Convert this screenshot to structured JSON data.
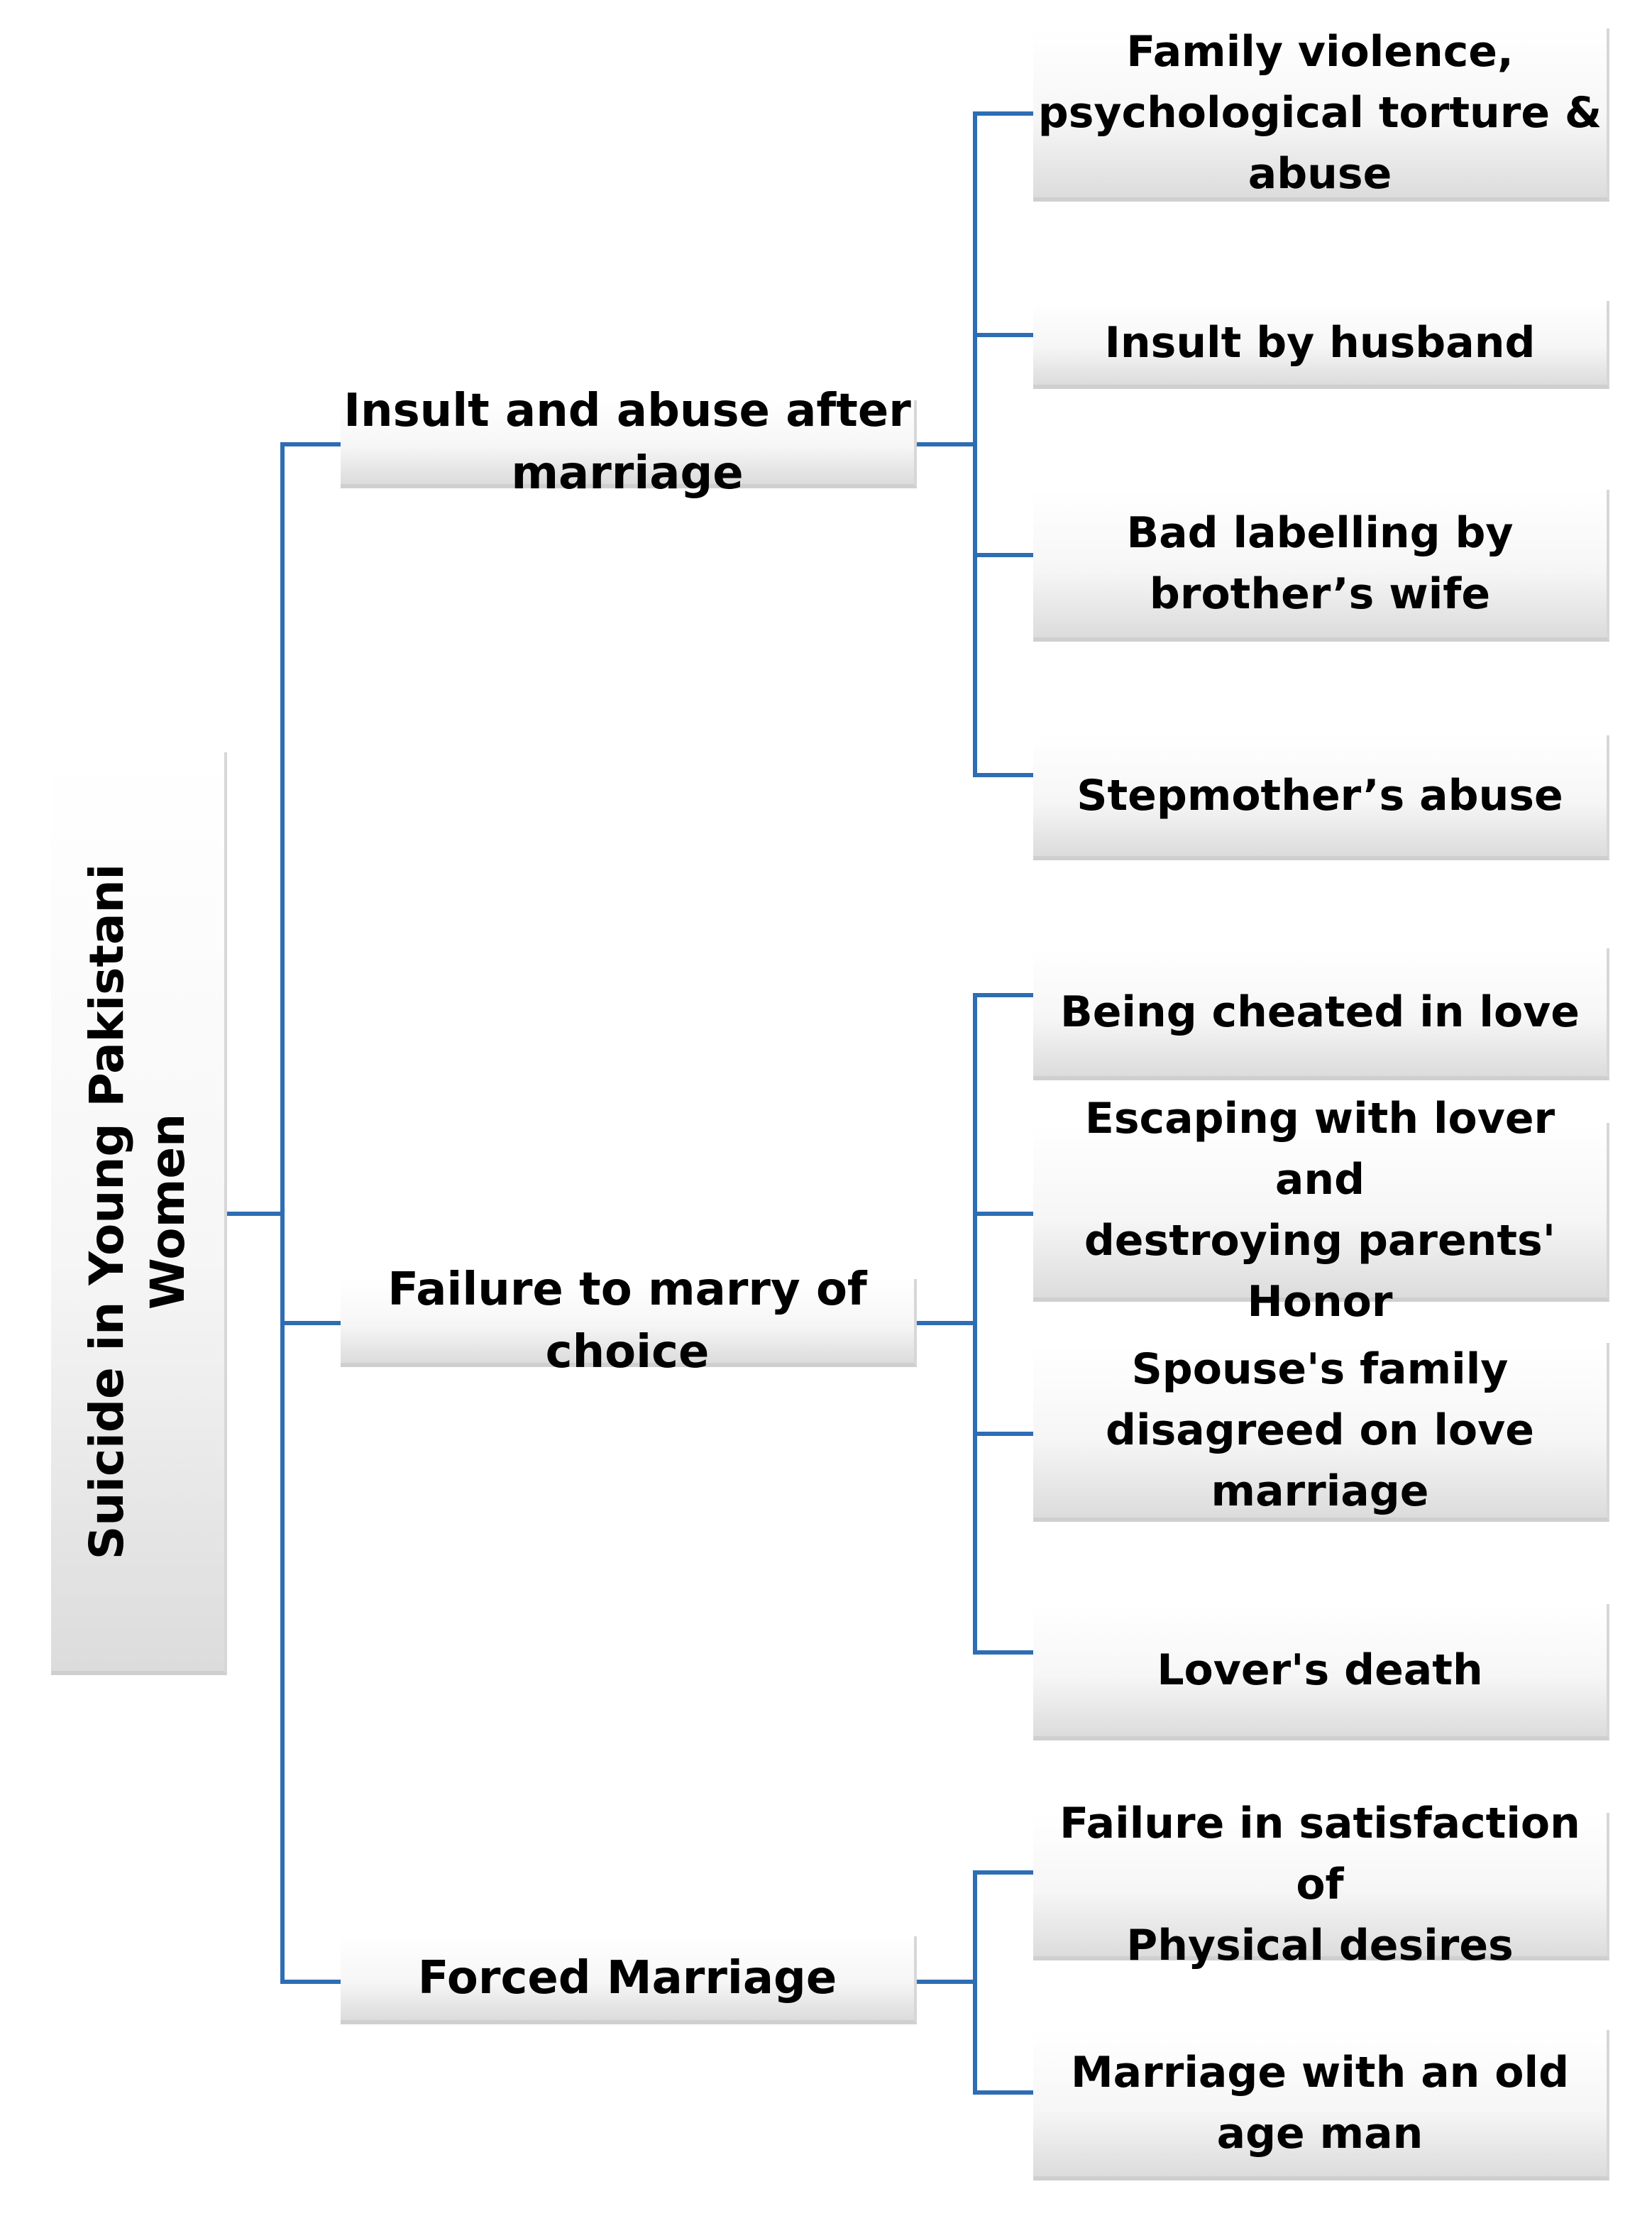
{
  "root": {
    "label": "Suicide in Young Pakistani\nWomen"
  },
  "categories": [
    {
      "label": "Insult and abuse after\nmarriage",
      "causes": [
        "Family violence,\npsychological torture &\nabuse",
        "Insult by husband",
        "Bad labelling by\nbrother’s wife",
        "Stepmother’s abuse"
      ]
    },
    {
      "label": "Failure to marry of\nchoice",
      "causes": [
        "Being cheated in love",
        "Escaping with lover and\ndestroying parents'\nHonor",
        "Spouse's family\ndisagreed on love\nmarriage",
        "Lover's death"
      ]
    },
    {
      "label": "Forced Marriage",
      "causes": [
        "Failure in satisfaction of\nPhysical desires",
        "Marriage with an old\nage man"
      ]
    }
  ],
  "colors": {
    "connector": "#2e6db4",
    "box_shade": "#dcdcdc"
  }
}
